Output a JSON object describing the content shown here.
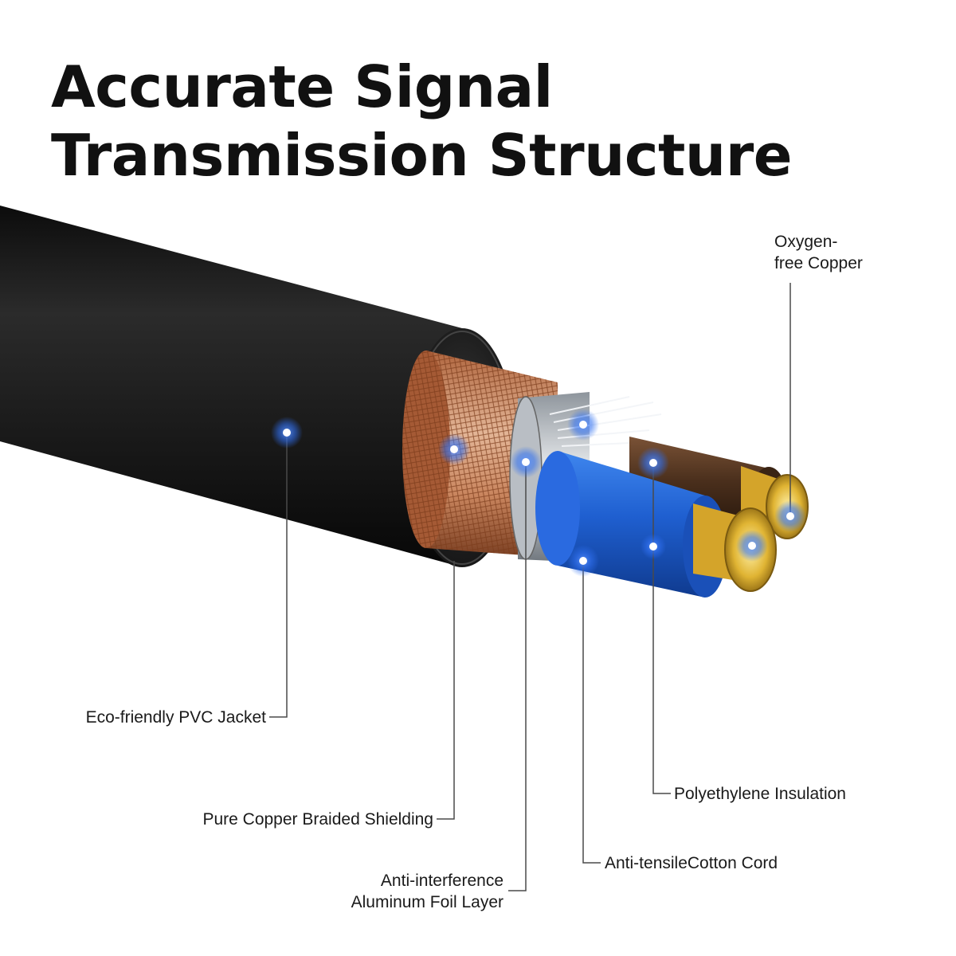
{
  "title": {
    "line1": "Accurate Signal",
    "line2": "Transmission Structure"
  },
  "labels": {
    "pvc_jacket": "Eco-friendly PVC Jacket",
    "copper_braid": "Pure Copper Braided Shielding",
    "foil_line1": "Anti-interference",
    "foil_line2": "Aluminum Foil Layer",
    "cotton_cord": "Anti-tensileCotton Cord",
    "pe_insulation": "Polyethylene Insulation",
    "ofc_line1": "Oxygen-",
    "ofc_line2": "free Copper"
  },
  "colors": {
    "jacket": "#1c1c1c",
    "copper_braid": "#c0714a",
    "foil": "#c9cdd2",
    "blue_insulation": "#1f5fd0",
    "brown_insulation": "#4a2f1c",
    "copper_conductor": "#e0b433",
    "marker": "#2f6ff0",
    "leader_line": "#4a4a4a"
  }
}
